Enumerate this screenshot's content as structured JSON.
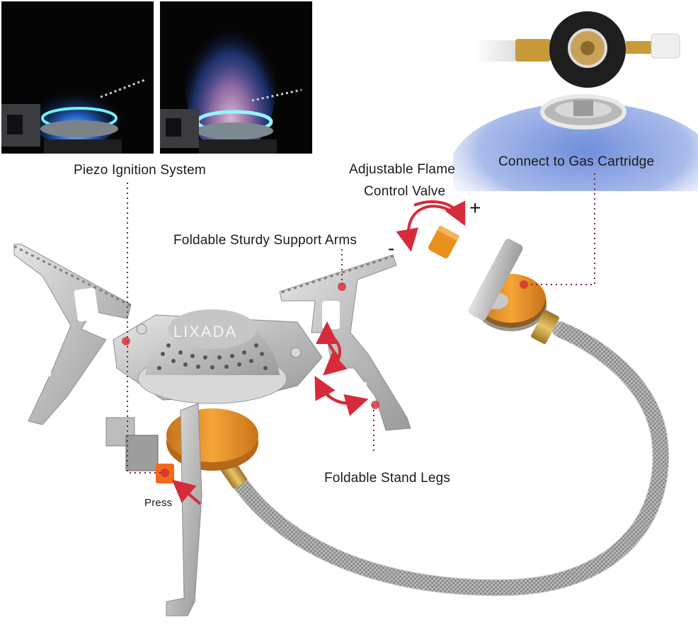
{
  "brand": "LIXADA",
  "colors": {
    "callout": "#d62b3a",
    "leader": "#8b1c2c",
    "anodized_orange": "#e8911f",
    "steel": "#c9c9c9",
    "brass": "#c99a3a",
    "flame_blue": "#3aa0ff",
    "flame_purple": "#b88ad8"
  },
  "inset_photos": [
    {
      "name": "small-flame-photo",
      "caption": ""
    },
    {
      "name": "large-flame-photo",
      "caption": ""
    },
    {
      "name": "gas-cartridge-connector-photo",
      "caption": ""
    }
  ],
  "callouts": {
    "piezo": "Piezo Ignition System",
    "valve_line1": "Adjustable Flame",
    "valve_line2": "Control Valve",
    "cartridge": "Connect to Gas Cartridge",
    "arms": "Foldable Sturdy Support Arms",
    "legs": "Foldable Stand Legs",
    "press": "Press"
  },
  "valve_symbols": {
    "increase": "+",
    "decrease": "-"
  }
}
